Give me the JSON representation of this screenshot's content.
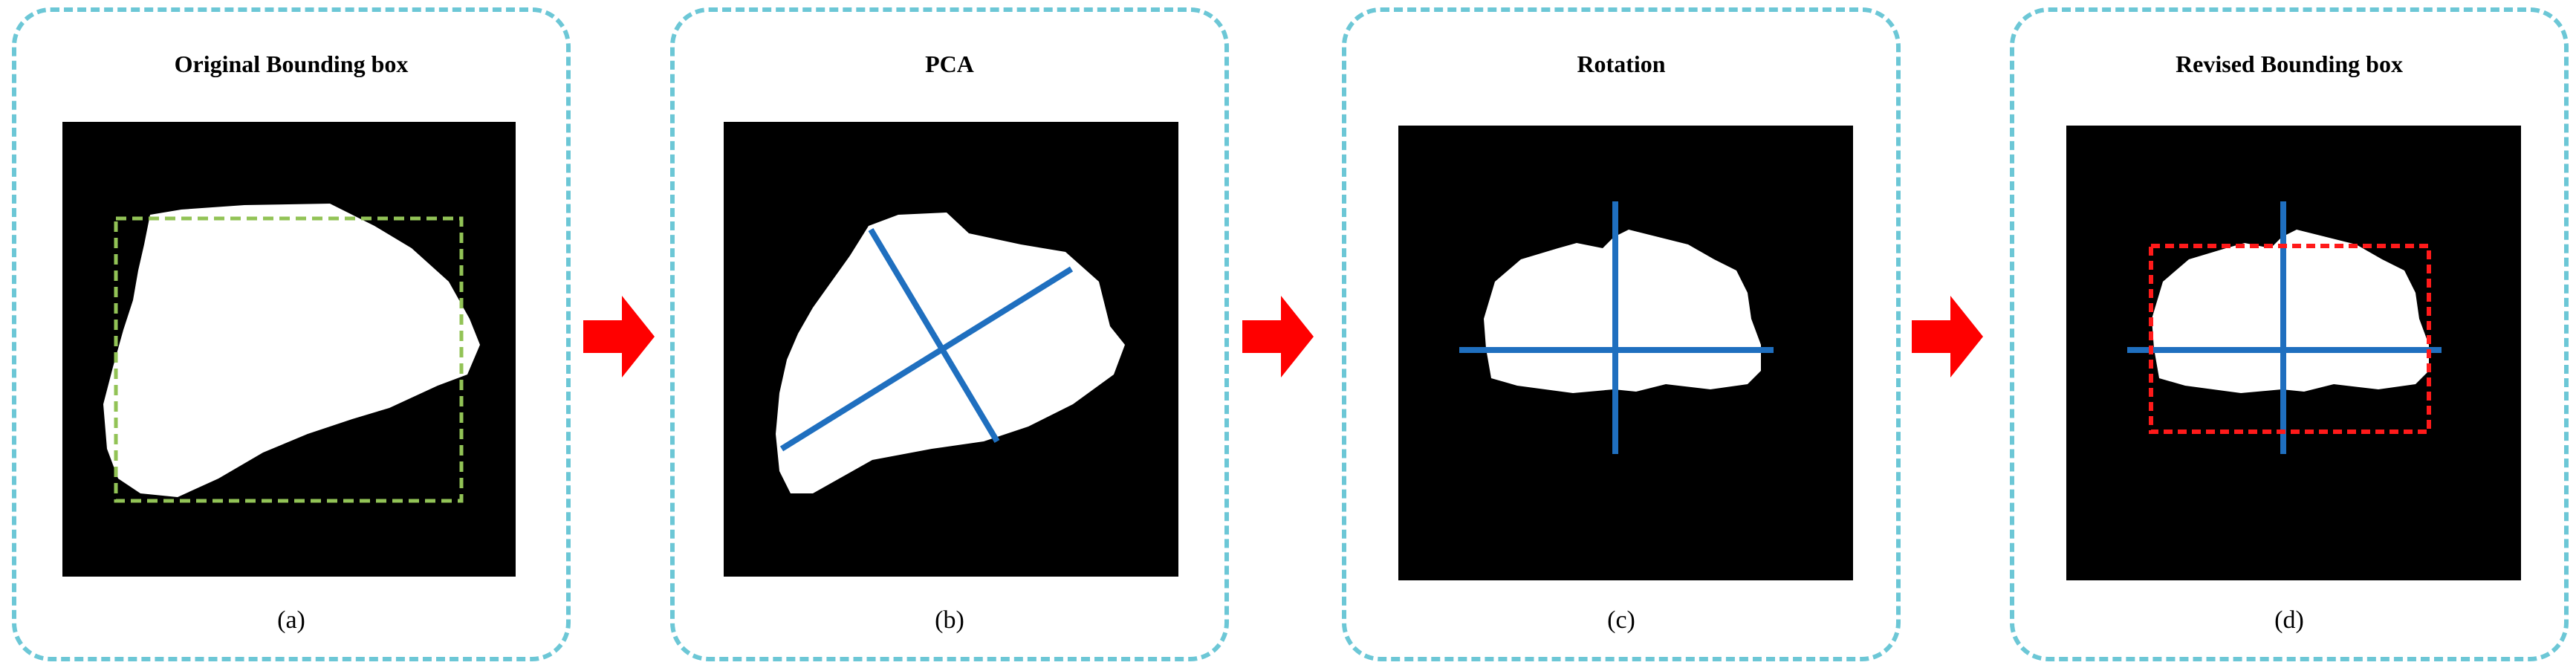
{
  "panels": [
    {
      "title": "Original Bounding box",
      "caption": "(a)"
    },
    {
      "title": "PCA",
      "caption": "(b)"
    },
    {
      "title": "Rotation",
      "caption": "(c)"
    },
    {
      "title": "Revised Bounding box",
      "caption": "(d)"
    }
  ],
  "colors": {
    "panel_border": "#6cc7d6",
    "axis_line": "#1f6fbf",
    "original_box": "#92c356",
    "revised_box": "#ff1a1a",
    "arrow": "#ff0000"
  }
}
